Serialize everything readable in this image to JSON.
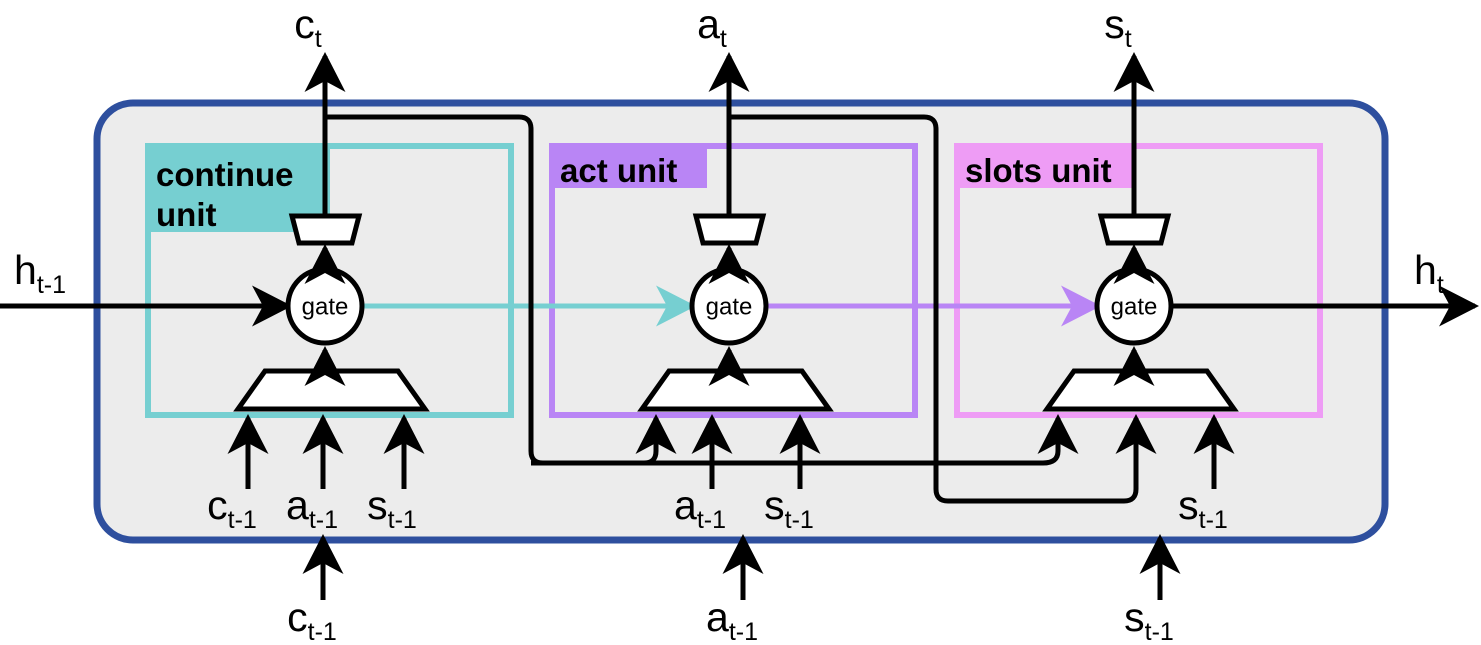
{
  "figure": {
    "type": "diagram",
    "subtype": "neural-network-cell-architecture",
    "description": "Recurrent cell with three stacked gated units processing continue, act and slots signals"
  },
  "colors": {
    "outer_border": "#2E4F9E",
    "outer_fill": "#ECECEC",
    "page_background": "#FFFFFF",
    "continue_accent": "#76CFD1",
    "act_accent": "#B985F5",
    "slots_accent": "#EE9CF5",
    "wire": "#000000",
    "shape_fill": "#FFFFFF"
  },
  "io": {
    "hidden_in": {
      "base": "h",
      "sub": "t-1"
    },
    "hidden_out": {
      "base": "h",
      "sub": "t"
    }
  },
  "units": [
    {
      "id": "continue",
      "title": "continue unit",
      "title_lines": [
        "continue",
        "unit"
      ],
      "accent": "#76CFD1",
      "gate_label": "gate",
      "output": {
        "base": "c",
        "sub": "t"
      },
      "inputs": [
        {
          "base": "c",
          "sub": "t-1",
          "from": "external"
        },
        {
          "base": "a",
          "sub": "t-1",
          "from": "external"
        },
        {
          "base": "s",
          "sub": "t-1",
          "from": "external"
        }
      ],
      "external_input": {
        "base": "c",
        "sub": "t-1"
      }
    },
    {
      "id": "act",
      "title": "act unit",
      "title_lines": [
        "act unit"
      ],
      "accent": "#B985F5",
      "gate_label": "gate",
      "output": {
        "base": "a",
        "sub": "t"
      },
      "inputs": [
        {
          "base": "c",
          "sub": "t",
          "from": "continue-unit-output"
        },
        {
          "base": "a",
          "sub": "t-1",
          "from": "external"
        },
        {
          "base": "s",
          "sub": "t-1",
          "from": "external"
        }
      ],
      "external_input": {
        "base": "a",
        "sub": "t-1"
      }
    },
    {
      "id": "slots",
      "title": "slots unit",
      "title_lines": [
        "slots unit"
      ],
      "accent": "#EE9CF5",
      "gate_label": "gate",
      "output": {
        "base": "s",
        "sub": "t"
      },
      "inputs": [
        {
          "base": "c",
          "sub": "t",
          "from": "continue-unit-output"
        },
        {
          "base": "a",
          "sub": "t",
          "from": "act-unit-output"
        },
        {
          "base": "s",
          "sub": "t-1",
          "from": "external"
        }
      ],
      "external_input": {
        "base": "s",
        "sub": "t-1"
      }
    }
  ],
  "visible_labels": {
    "continue_unit_inner_inputs": [
      "c t-1",
      "a t-1",
      "s t-1"
    ],
    "act_unit_inner_inputs": [
      "a t-1",
      "s t-1"
    ],
    "slots_unit_inner_inputs": [
      "s t-1"
    ],
    "external_inputs": [
      "c t-1",
      "a t-1",
      "s t-1"
    ],
    "outputs": [
      "c t",
      "a t",
      "s t"
    ],
    "hidden": [
      "h t-1",
      "h t"
    ]
  }
}
